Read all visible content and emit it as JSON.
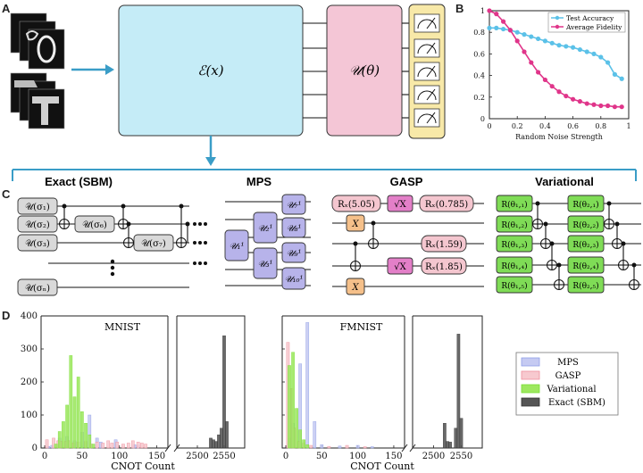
{
  "panels": {
    "a": "A",
    "b": "B",
    "c": "C",
    "d": "D"
  },
  "panel_a": {
    "encoder_label": "ℰ(x)",
    "unitary_label": "𝒰(θ)"
  },
  "panel_c": {
    "sections": [
      {
        "title": "Exact (SBM)"
      },
      {
        "title": "MPS"
      },
      {
        "title": "GASP"
      },
      {
        "title": "Variational"
      }
    ],
    "sbm_gates": [
      "𝒰(σ₁)",
      "𝒰(σ₂)",
      "𝒰(σ₃)",
      "𝒰(σₙ)",
      "𝒰(σ₆)",
      "𝒰(σ₇)"
    ],
    "mps_gates": [
      "𝒰₁¹",
      "𝒰₂¹",
      "𝒰₃¹",
      "𝒰₇¹",
      "𝒰₈¹",
      "𝒰₉¹",
      "𝒰₁₀¹"
    ],
    "gasp_gates": [
      "Rₓ(5.05)",
      "√X",
      "Rₓ(0.785)",
      "X",
      "Rₓ(1.59)",
      "√X",
      "Rₓ(1.85)",
      "X"
    ],
    "var_gates": [
      "R(θ₁,₁)",
      "R(θ₁,₂)",
      "R(θ₁,₃)",
      "R(θ₁,₄)",
      "R(θ₁,₅)",
      "R(θ₂,₁)",
      "R(θ₂,₂)",
      "R(θ₂,₃)",
      "R(θ₂,₄)",
      "R(θ₂,₅)"
    ]
  },
  "colors": {
    "encoder": "#c5ecf7",
    "unitary": "#f4c6d6",
    "measure": "#f8e9a8",
    "sbm": "#d9d9d9",
    "mps": "#b7b3ea",
    "gasp_rz": "#f4c6cf",
    "gasp_sx": "#e37fc8",
    "gasp_x": "#f5c08a",
    "var": "#7fdc56",
    "test_acc": "#5bc1e8",
    "avg_fid": "#e0358a",
    "mps_bar": "#8f9ee6",
    "gasp_bar": "#ef8f9d",
    "var_bar": "#77dd2f",
    "sbm_bar": "#555555"
  },
  "chart_data": [
    {
      "type": "line",
      "xlabel": "Random Noise Strength",
      "ylabel": "",
      "xlim": [
        0,
        1.0
      ],
      "ylim": [
        0,
        1.0
      ],
      "xticks": [
        "0",
        "0.2",
        "0.4",
        "0.6",
        "0.8",
        "1"
      ],
      "yticks": [
        "0",
        "0.2",
        "0.4",
        "0.6",
        "0.8",
        "1"
      ],
      "legend": "top-right",
      "x": [
        0,
        0.05,
        0.1,
        0.15,
        0.2,
        0.25,
        0.3,
        0.35,
        0.4,
        0.45,
        0.5,
        0.55,
        0.6,
        0.65,
        0.7,
        0.75,
        0.8,
        0.85,
        0.9,
        0.95
      ],
      "series": [
        {
          "name": "Test Accuracy",
          "values": [
            0.84,
            0.84,
            0.83,
            0.82,
            0.8,
            0.78,
            0.76,
            0.74,
            0.72,
            0.7,
            0.68,
            0.67,
            0.66,
            0.64,
            0.62,
            0.6,
            0.57,
            0.52,
            0.41,
            0.37
          ]
        },
        {
          "name": "Average Fidelity",
          "values": [
            1.0,
            0.97,
            0.9,
            0.82,
            0.72,
            0.62,
            0.52,
            0.43,
            0.36,
            0.3,
            0.25,
            0.21,
            0.18,
            0.16,
            0.14,
            0.13,
            0.12,
            0.12,
            0.11,
            0.11
          ]
        }
      ]
    },
    {
      "type": "bar",
      "title": "MNIST",
      "xlabel": "CNOT Count",
      "ylim": [
        0,
        400
      ],
      "yticks": [
        "0",
        "100",
        "200",
        "300",
        "400"
      ],
      "xticks_left": [
        "0",
        "50",
        "100",
        "150"
      ],
      "xticks_right": [
        "2500",
        "2550"
      ],
      "series": [
        {
          "name": "MPS",
          "values": [
            [
              5,
              5
            ],
            [
              10,
              8
            ],
            [
              20,
              30
            ],
            [
              30,
              35
            ],
            [
              40,
              22
            ],
            [
              50,
              48
            ],
            [
              60,
              100
            ],
            [
              70,
              30
            ],
            [
              75,
              18
            ],
            [
              95,
              25
            ],
            [
              120,
              10
            ],
            [
              125,
              8
            ]
          ]
        },
        {
          "name": "GASP",
          "values": [
            [
              3,
              25
            ],
            [
              12,
              30
            ],
            [
              18,
              22
            ],
            [
              22,
              20
            ],
            [
              28,
              20
            ],
            [
              32,
              22
            ],
            [
              38,
              15
            ],
            [
              45,
              18
            ],
            [
              55,
              20
            ],
            [
              62,
              12
            ],
            [
              70,
              18
            ],
            [
              78,
              15
            ],
            [
              85,
              22
            ],
            [
              90,
              15
            ],
            [
              97,
              18
            ],
            [
              105,
              12
            ],
            [
              112,
              15
            ],
            [
              118,
              22
            ],
            [
              125,
              18
            ],
            [
              130,
              15
            ],
            [
              135,
              12
            ]
          ]
        },
        {
          "name": "Variational",
          "values": [
            [
              15,
              12
            ],
            [
              20,
              50
            ],
            [
              25,
              80
            ],
            [
              30,
              130
            ],
            [
              35,
              280
            ],
            [
              40,
              155
            ],
            [
              45,
              215
            ],
            [
              50,
              110
            ],
            [
              55,
              75
            ],
            [
              60,
              40
            ],
            [
              65,
              12
            ]
          ]
        },
        {
          "name": "Exact (SBM)",
          "values": [
            [
              2525,
              30
            ],
            [
              2530,
              25
            ],
            [
              2535,
              20
            ],
            [
              2540,
              40
            ],
            [
              2545,
              60
            ],
            [
              2550,
              340
            ],
            [
              2555,
              80
            ]
          ]
        }
      ]
    },
    {
      "type": "bar",
      "title": "FMNIST",
      "xlabel": "CNOT Count",
      "ylim": [
        0,
        400
      ],
      "xticks_left": [
        "0",
        "50",
        "100",
        "150"
      ],
      "xticks_right": [
        "2500",
        "2550"
      ],
      "series": [
        {
          "name": "MPS",
          "values": [
            [
              5,
              30
            ],
            [
              10,
              75
            ],
            [
              20,
              255
            ],
            [
              30,
              380
            ],
            [
              40,
              80
            ],
            [
              50,
              10
            ],
            [
              75,
              6
            ],
            [
              100,
              8
            ],
            [
              120,
              4
            ]
          ]
        },
        {
          "name": "GASP",
          "values": [
            [
              3,
              320
            ],
            [
              8,
              180
            ],
            [
              12,
              60
            ],
            [
              18,
              20
            ],
            [
              25,
              15
            ],
            [
              35,
              8
            ],
            [
              60,
              5
            ],
            [
              85,
              8
            ],
            [
              110,
              4
            ]
          ]
        },
        {
          "name": "Variational",
          "values": [
            [
              5,
              250
            ],
            [
              10,
              290
            ],
            [
              15,
              120
            ],
            [
              20,
              55
            ],
            [
              25,
              25
            ],
            [
              30,
              10
            ]
          ]
        },
        {
          "name": "Exact (SBM)",
          "values": [
            [
              2520,
              75
            ],
            [
              2525,
              20
            ],
            [
              2530,
              18
            ],
            [
              2540,
              60
            ],
            [
              2545,
              345
            ],
            [
              2550,
              90
            ]
          ]
        }
      ]
    }
  ],
  "legend_d": [
    "MPS",
    "GASP",
    "Variational",
    "Exact (SBM)"
  ]
}
